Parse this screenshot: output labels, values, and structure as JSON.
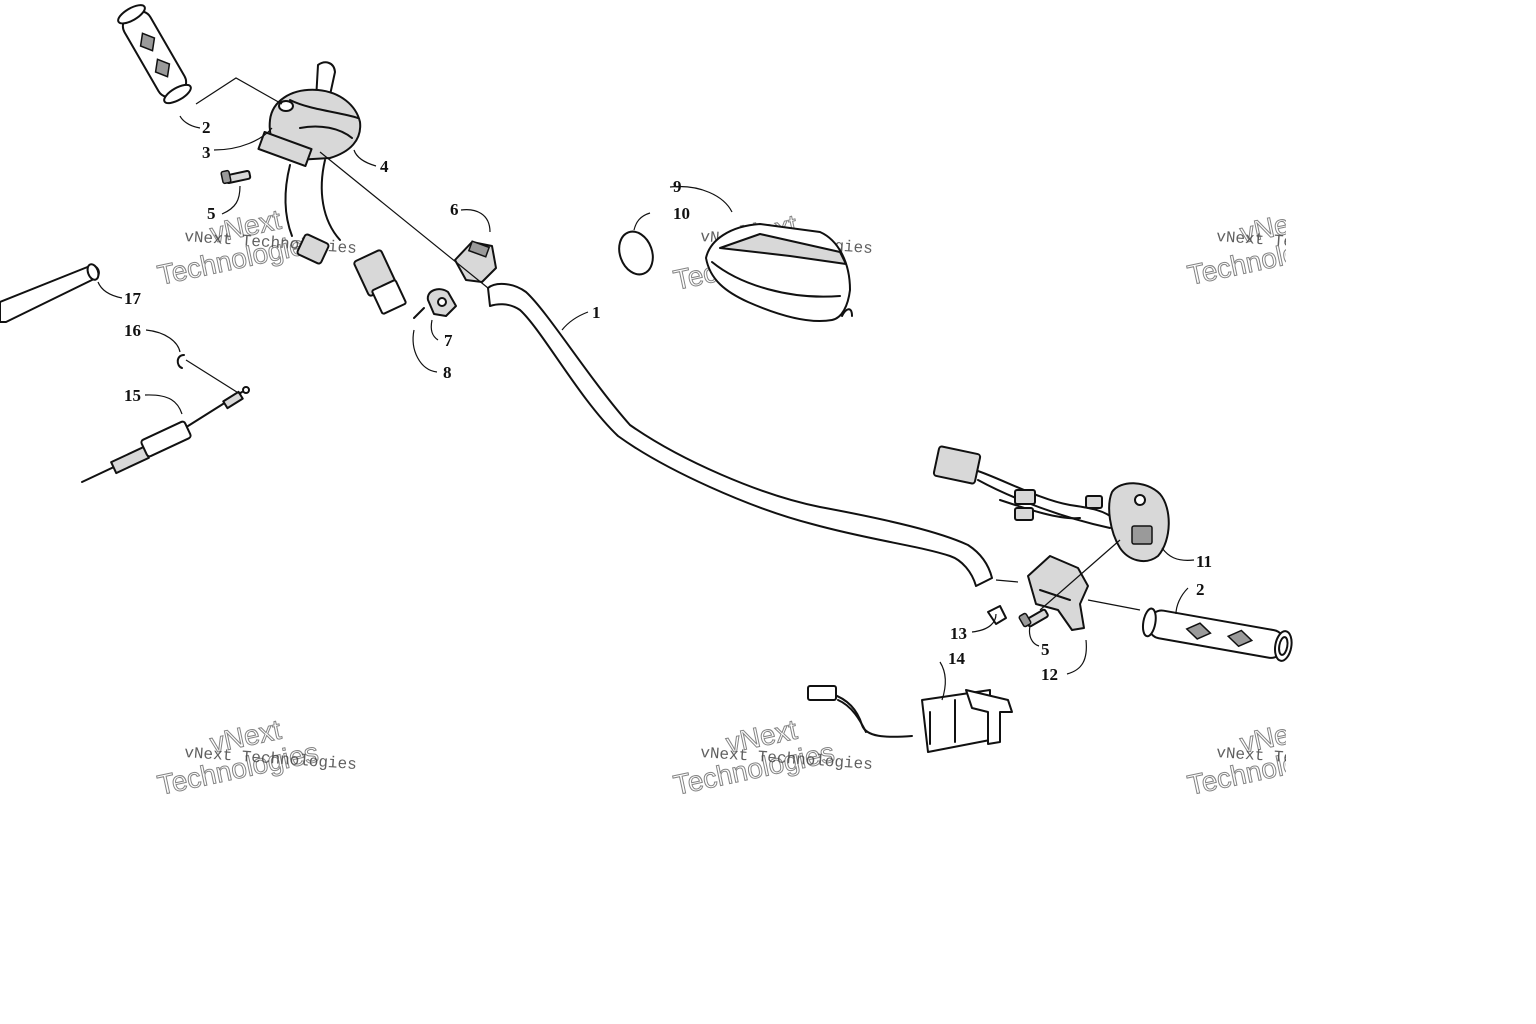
{
  "diagram": {
    "callouts": [
      {
        "id": "c1",
        "text": "1"
      },
      {
        "id": "c2a",
        "text": "2"
      },
      {
        "id": "c2b",
        "text": "2"
      },
      {
        "id": "c3",
        "text": "3"
      },
      {
        "id": "c4",
        "text": "4"
      },
      {
        "id": "c5a",
        "text": "5"
      },
      {
        "id": "c5b",
        "text": "5"
      },
      {
        "id": "c6",
        "text": "6"
      },
      {
        "id": "c7",
        "text": "7"
      },
      {
        "id": "c8",
        "text": "8"
      },
      {
        "id": "c9",
        "text": "9"
      },
      {
        "id": "c10",
        "text": "10"
      },
      {
        "id": "c11",
        "text": "11"
      },
      {
        "id": "c12",
        "text": "12"
      },
      {
        "id": "c13",
        "text": "13"
      },
      {
        "id": "c14",
        "text": "14"
      },
      {
        "id": "c15",
        "text": "15"
      },
      {
        "id": "c16",
        "text": "16"
      },
      {
        "id": "c17",
        "text": "17"
      }
    ],
    "watermark": {
      "line1": "vNext Technologies",
      "line2": "vNext",
      "line3": "Technologies"
    }
  }
}
